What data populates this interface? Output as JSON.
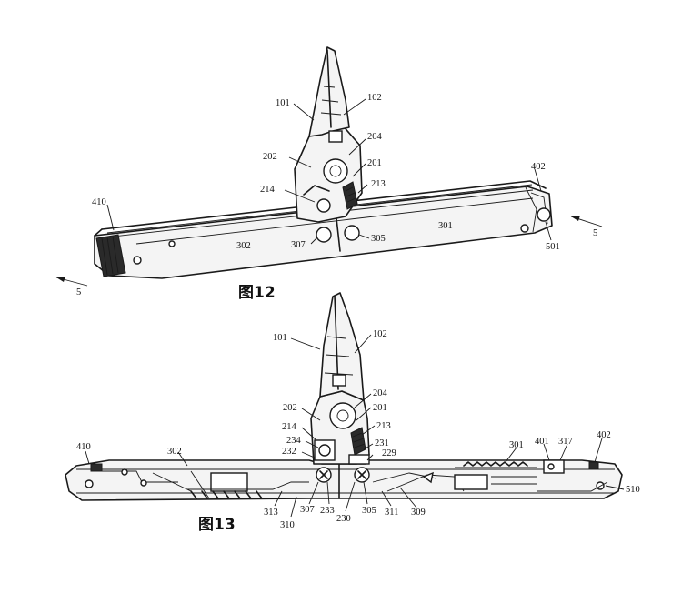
{
  "figures": [
    {
      "caption": "图12",
      "labels": [
        "101",
        "102",
        "204",
        "201",
        "202",
        "213",
        "214",
        "402",
        "410",
        "301",
        "302",
        "307",
        "305",
        "501",
        "5",
        "5"
      ]
    },
    {
      "caption": "图13",
      "labels": [
        "101",
        "102",
        "204",
        "201",
        "202",
        "213",
        "214",
        "234",
        "231",
        "232",
        "229",
        "410",
        "302",
        "301",
        "401",
        "317",
        "402",
        "510",
        "313",
        "310",
        "307",
        "233",
        "230",
        "305",
        "311",
        "309"
      ]
    }
  ]
}
